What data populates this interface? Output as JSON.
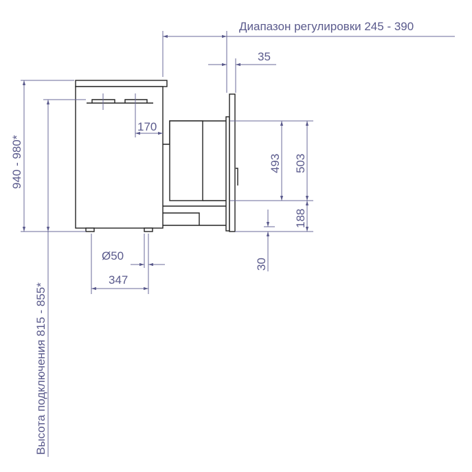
{
  "labels": {
    "range": "Диапазон регулировки 245 - 390",
    "d35": "35",
    "d170": "170",
    "d493": "493",
    "d503": "503",
    "d188": "188",
    "d30": "30",
    "d50": "Ø50",
    "d347": "347",
    "height_total": "940 - 980*",
    "height_connection": "Высота подключения 815 - 855*"
  },
  "colors": {
    "dimension": "#5a5a8c",
    "outline": "#222222"
  }
}
